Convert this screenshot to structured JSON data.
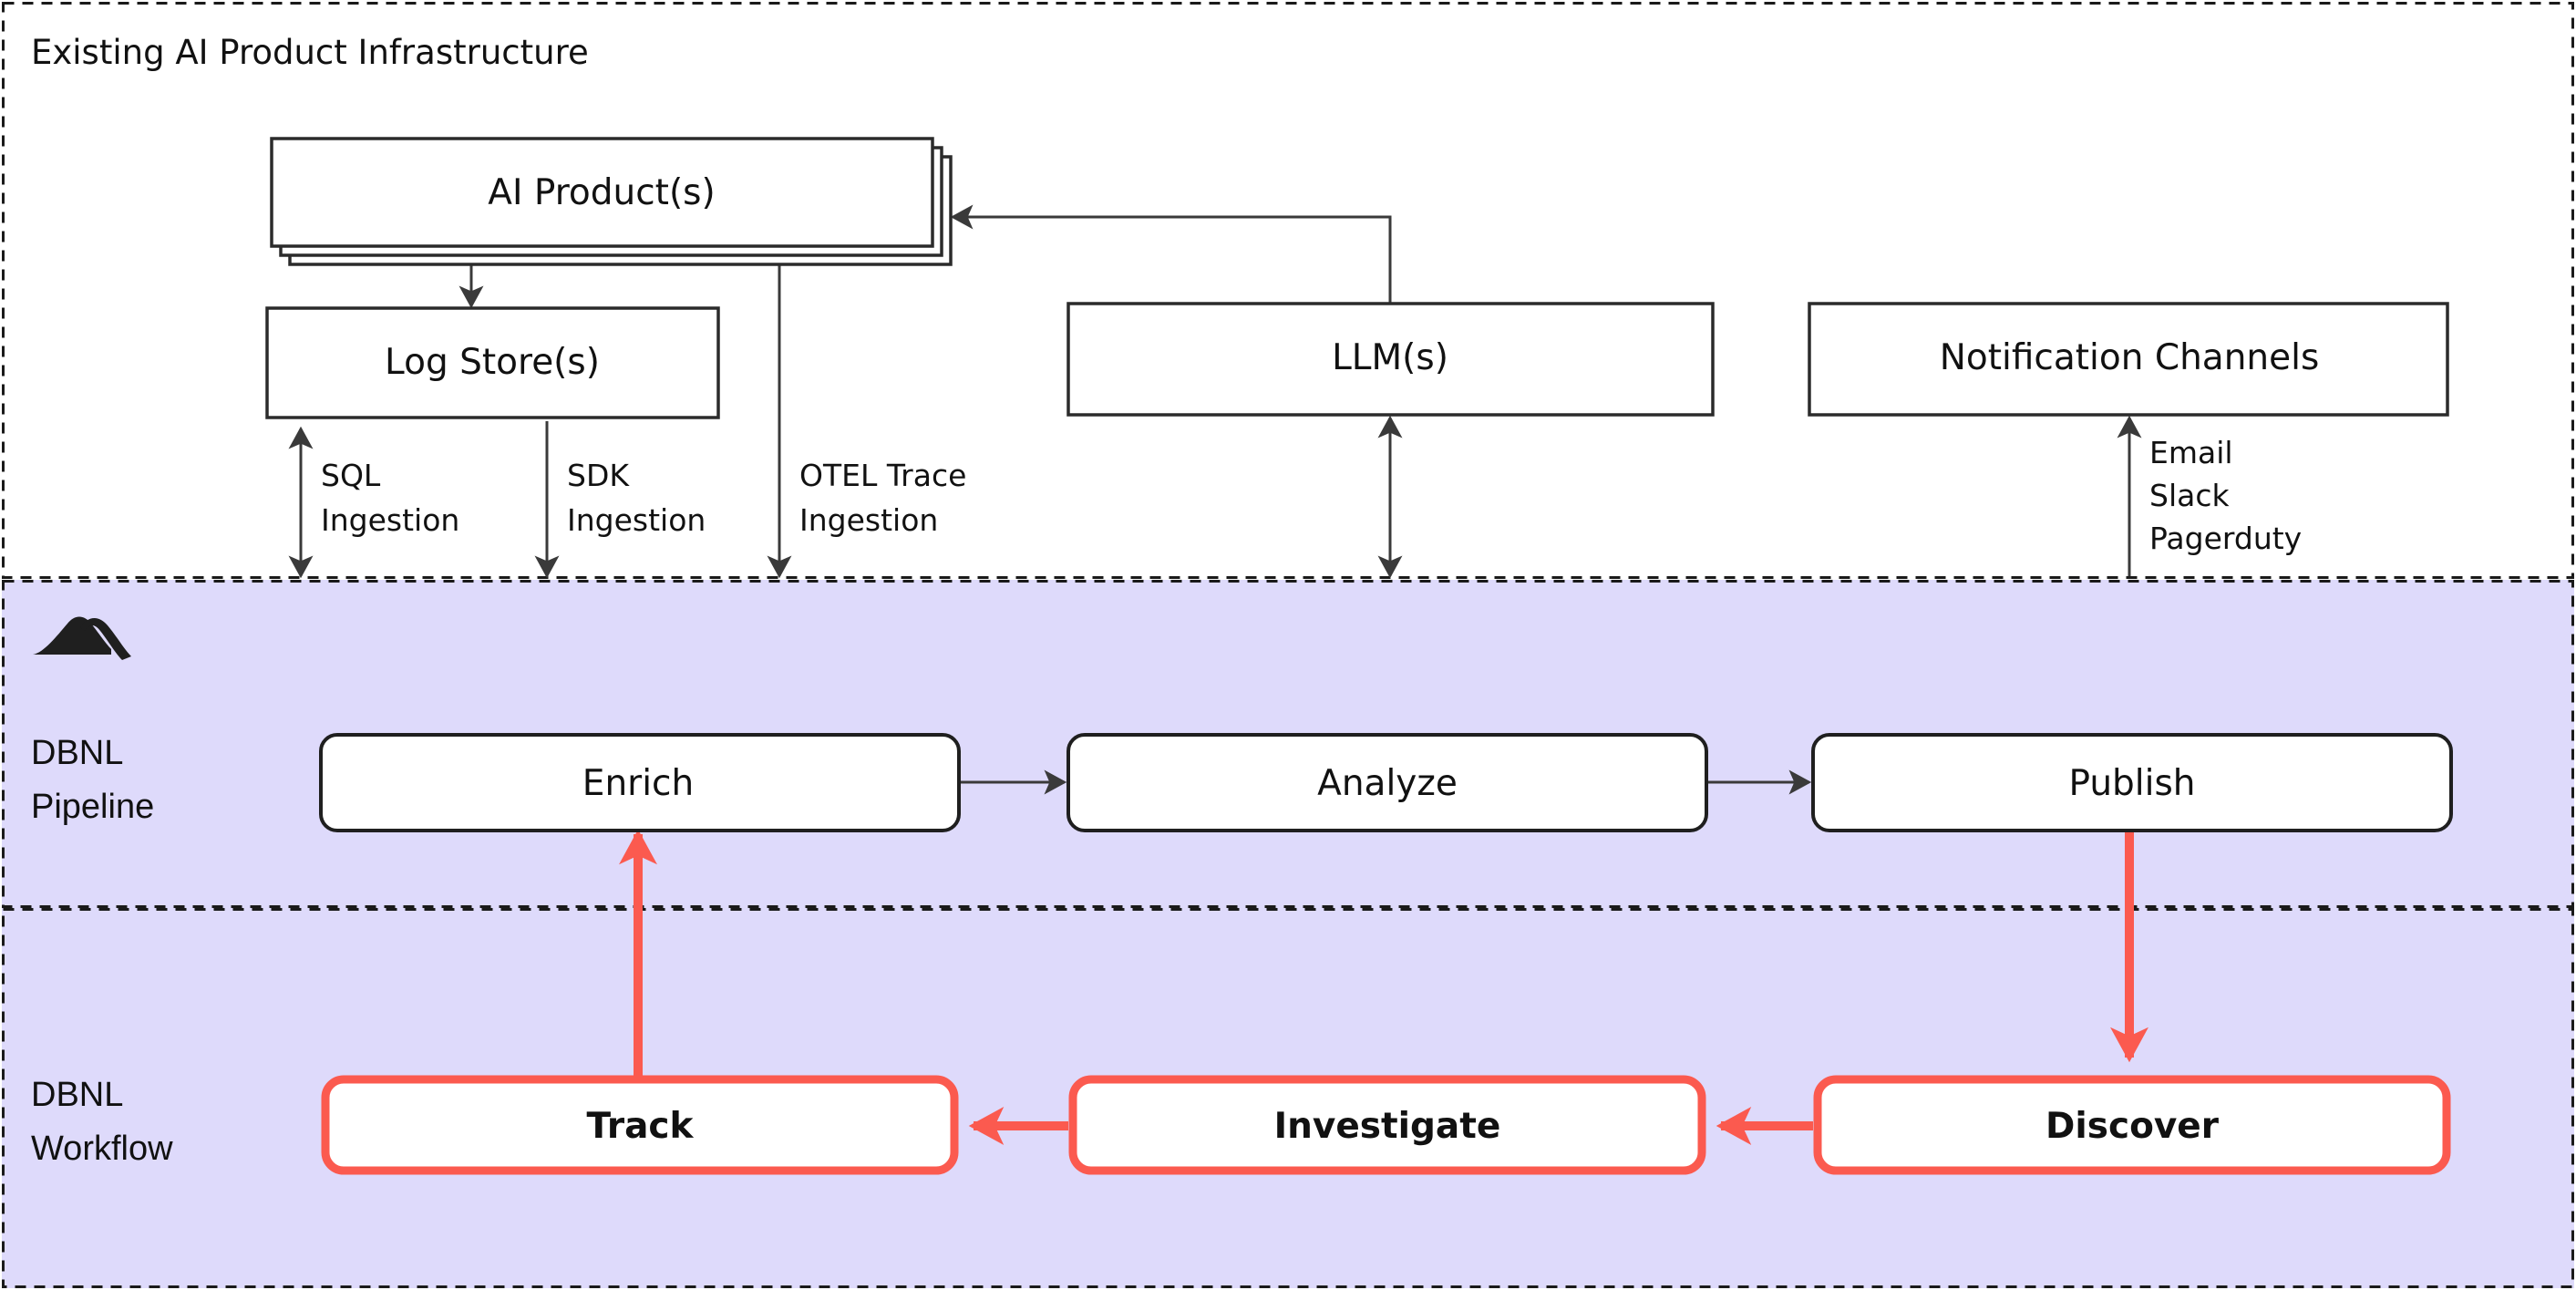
{
  "diagram": {
    "title_visible": "Existing AI Product Infrastructure",
    "colors": {
      "accent_red": "#fb5a4f",
      "region_purple": "#dedafb",
      "region_white": "#ffffff",
      "stroke_dark": "#2b2b2b",
      "text": "#111111"
    },
    "regions": [
      {
        "id": "infra",
        "label": "Existing AI Product Infrastructure",
        "fill": "#ffffff",
        "border": "dashed"
      },
      {
        "id": "pipeline",
        "label": "DBNL\nPipeline",
        "fill": "#dedafb",
        "border": "dashed"
      },
      {
        "id": "workflow",
        "label": "DBNL\nWorkflow",
        "fill": "#dedafb",
        "border": "dashed"
      }
    ],
    "lane_labels": {
      "pipeline_line1": "DBNL",
      "pipeline_line2": "Pipeline",
      "workflow_line1": "DBNL",
      "workflow_line2": "Workflow"
    },
    "infra_nodes": [
      {
        "id": "ai_product",
        "label": "AI Product(s)",
        "shape": "stacked-rect"
      },
      {
        "id": "log_store",
        "label": "Log Store(s)",
        "shape": "rect"
      },
      {
        "id": "llm",
        "label": "LLM(s)",
        "shape": "rect"
      },
      {
        "id": "notification",
        "label": "Notification Channels",
        "shape": "rect"
      }
    ],
    "pipeline_nodes": [
      {
        "id": "enrich",
        "label": "Enrich"
      },
      {
        "id": "analyze",
        "label": "Analyze"
      },
      {
        "id": "publish",
        "label": "Publish"
      }
    ],
    "workflow_nodes": [
      {
        "id": "track",
        "label": "Track"
      },
      {
        "id": "investigate",
        "label": "Investigate"
      },
      {
        "id": "discover",
        "label": "Discover"
      }
    ],
    "edge_labels": {
      "sql_line1": "SQL",
      "sql_line2": "Ingestion",
      "sdk_line1": "SDK",
      "sdk_line2": "Ingestion",
      "otel_line1": "OTEL Trace",
      "otel_line2": "Ingestion",
      "notify_line1": "Email",
      "notify_line2": "Slack",
      "notify_line3": "Pagerduty"
    },
    "edges": [
      {
        "from": "ai_product",
        "to": "log_store",
        "label": "",
        "style": "solid",
        "direction": "down"
      },
      {
        "from": "llm",
        "to": "ai_product",
        "label": "",
        "style": "solid",
        "direction": "elbow-left"
      },
      {
        "from": "log_store",
        "to": "pipeline",
        "label": "SQL Ingestion",
        "style": "solid",
        "direction": "bidirectional"
      },
      {
        "from": "ai_product",
        "to": "pipeline",
        "label": "SDK Ingestion",
        "style": "solid",
        "direction": "down"
      },
      {
        "from": "ai_product",
        "to": "pipeline",
        "label": "OTEL Trace Ingestion",
        "style": "solid",
        "direction": "down"
      },
      {
        "from": "llm",
        "to": "pipeline",
        "label": "",
        "style": "solid",
        "direction": "bidirectional"
      },
      {
        "from": "pipeline",
        "to": "notification",
        "label": "Email Slack Pagerduty",
        "style": "solid",
        "direction": "up"
      },
      {
        "from": "enrich",
        "to": "analyze",
        "label": "",
        "style": "solid",
        "direction": "right"
      },
      {
        "from": "analyze",
        "to": "publish",
        "label": "",
        "style": "solid",
        "direction": "right"
      },
      {
        "from": "publish",
        "to": "discover",
        "label": "",
        "style": "red-thick",
        "direction": "down"
      },
      {
        "from": "discover",
        "to": "investigate",
        "label": "",
        "style": "red-thick",
        "direction": "left"
      },
      {
        "from": "investigate",
        "to": "track",
        "label": "",
        "style": "red-thick",
        "direction": "left"
      },
      {
        "from": "track",
        "to": "enrich",
        "label": "",
        "style": "red-thick",
        "direction": "up"
      }
    ],
    "logo": {
      "name": "dbnl-mountain-logo",
      "alt": "DBNL mountain logo"
    }
  }
}
